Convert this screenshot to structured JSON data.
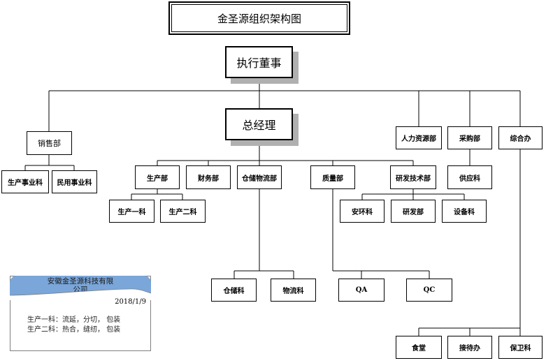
{
  "chart": {
    "title": "金圣源组织架构图",
    "executive": "执行董事",
    "gm": "总经理",
    "departments": {
      "sales": "销售部",
      "hr": "人力资源部",
      "purchasing": "采购部",
      "general_office": "综合办",
      "production": "生产部",
      "finance": "财务部",
      "warehouse_logistics": "仓储物流部",
      "quality": "质量部",
      "rnd_tech": "研发技术部"
    },
    "sections": {
      "sales_prod": "生产事业科",
      "sales_civil": "民用事业科",
      "prod_1": "生产一科",
      "prod_2": "生产二科",
      "supply": "供应科",
      "safety": "安环科",
      "rnd": "研发部",
      "equipment": "设备科",
      "storage": "仓储科",
      "logistics": "物流科",
      "qa": "QA",
      "qc": "QC",
      "canteen": "食堂",
      "reception": "接待办",
      "security": "保卫科"
    }
  },
  "info_card": {
    "company_line1": "安徽金圣源科技有限",
    "company_line2": "公司",
    "date": "2018/1/9",
    "note1": "生产一科：流延，分切， 包装",
    "note2": "生产二科：热合，缝纫， 包装"
  },
  "colors": {
    "card_header": "#7aa6d9",
    "exec_shadow": "#b0b0b0"
  }
}
